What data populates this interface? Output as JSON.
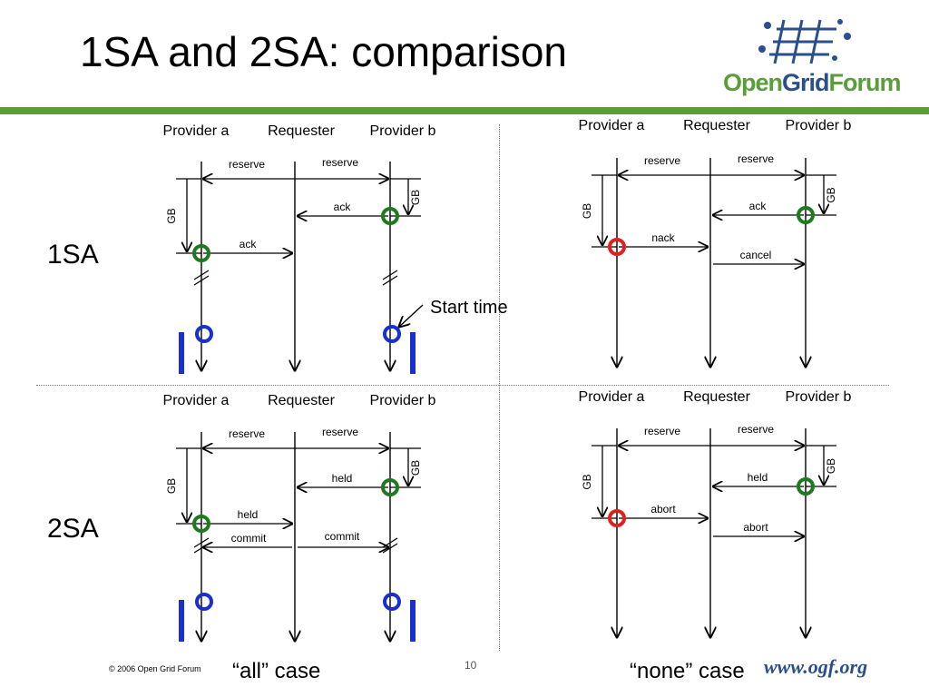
{
  "title": "1SA and 2SA: comparison",
  "logo": {
    "word_open": "Open",
    "word_grid": "Grid",
    "word_forum": "Forum"
  },
  "row_labels": [
    "1SA",
    "2SA"
  ],
  "case_labels": [
    "“all” case",
    "“none” case"
  ],
  "start_time_label": "Start time",
  "footer": {
    "copyright": "© 2006 Open Grid Forum",
    "page": "10",
    "url": "www.ogf.org"
  },
  "colors": {
    "green_bar": "#5a9d3b",
    "ok_circle": "#1f7a1f",
    "fail_circle": "#e0201f",
    "start_circle": "#1a2fd0",
    "start_bar": "#1a2fd0"
  },
  "diagrams": [
    {
      "headers": [
        "Provider a",
        "Requester",
        "Provider  b"
      ],
      "gb": "GB",
      "messages": [
        {
          "label": "reserve",
          "kind": "reserve-left"
        },
        {
          "label": "reserve",
          "kind": "reserve-right"
        },
        {
          "label": "ack",
          "kind": "reply-b"
        },
        {
          "label": "ack",
          "kind": "reply-a"
        }
      ]
    },
    {
      "headers": [
        "Provider a",
        "Requester",
        "Provider  b"
      ],
      "gb": "GB",
      "messages": [
        {
          "label": "reserve",
          "kind": "reserve-left"
        },
        {
          "label": "reserve",
          "kind": "reserve-right"
        },
        {
          "label": "ack",
          "kind": "reply-b"
        },
        {
          "label": "nack",
          "kind": "reply-a"
        },
        {
          "label": "cancel",
          "kind": "to-b"
        }
      ]
    },
    {
      "headers": [
        "Provider a",
        "Requester",
        "Provider  b"
      ],
      "gb": "GB",
      "messages": [
        {
          "label": "reserve",
          "kind": "reserve-left"
        },
        {
          "label": "reserve",
          "kind": "reserve-right"
        },
        {
          "label": "held",
          "kind": "reply-b"
        },
        {
          "label": "held",
          "kind": "reply-a"
        },
        {
          "label": "commit",
          "kind": "to-a"
        },
        {
          "label": "commit",
          "kind": "to-b"
        }
      ]
    },
    {
      "headers": [
        "Provider a",
        "Requester",
        "Provider  b"
      ],
      "gb": "GB",
      "messages": [
        {
          "label": "reserve",
          "kind": "reserve-left"
        },
        {
          "label": "reserve",
          "kind": "reserve-right"
        },
        {
          "label": "held",
          "kind": "reply-b"
        },
        {
          "label": "abort",
          "kind": "reply-a"
        },
        {
          "label": "abort",
          "kind": "to-b"
        }
      ]
    }
  ]
}
